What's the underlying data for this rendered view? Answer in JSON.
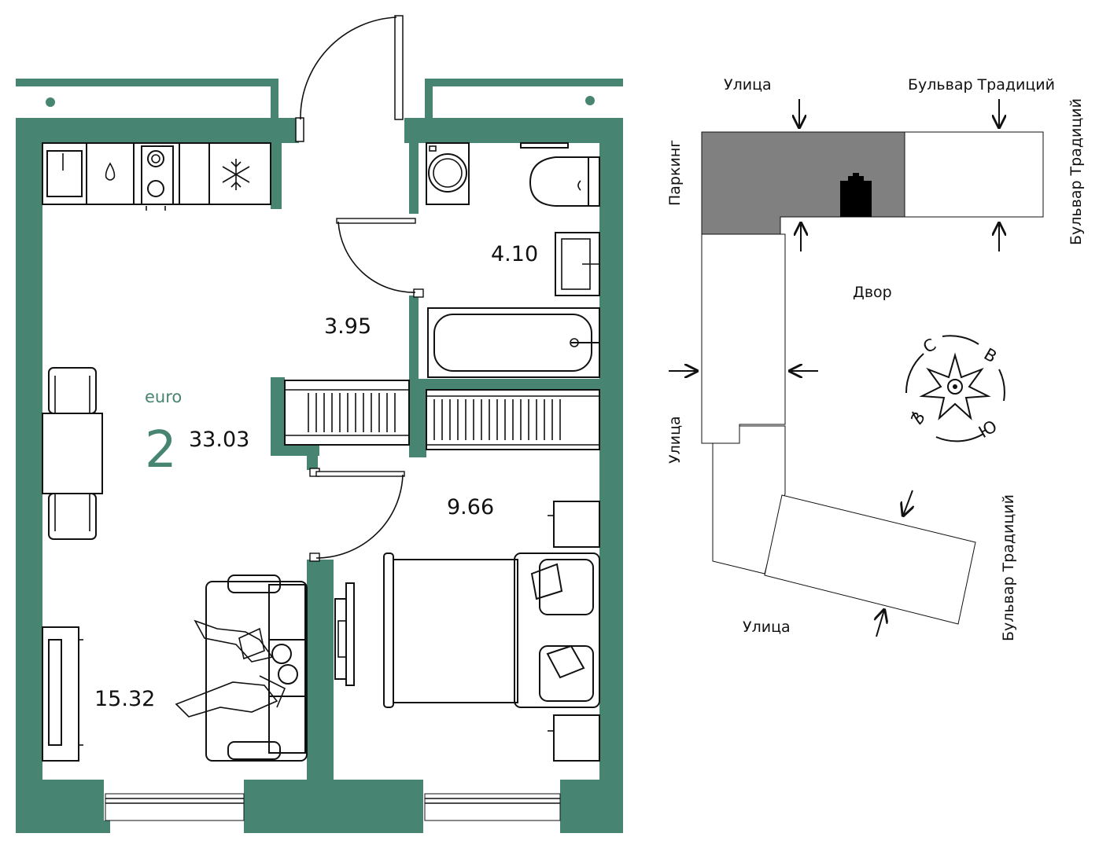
{
  "colors": {
    "wall": "#478572",
    "furniture": "#111111",
    "parking": "#808080",
    "background": "#ffffff"
  },
  "apartment": {
    "type_label": "euro",
    "rooms": "2",
    "total_area": "33.03",
    "room_areas": {
      "bathroom": "4.10",
      "hallway": "3.95",
      "bedroom": "9.66",
      "living_kitchen": "15.32"
    }
  },
  "site_plan": {
    "labels": {
      "street_top": "Улица",
      "boulevard_top": "Бульвар Традиций",
      "boulevard_right": "Бульвар Традиций",
      "parking": "Паркинг",
      "courtyard": "Двор",
      "street_left": "Улица",
      "street_bottom": "Улица",
      "boulevard_bottom_right": "Бульвар Традиций"
    },
    "compass": {
      "north": "С",
      "east": "В",
      "south": "Ю",
      "west": "З"
    }
  }
}
